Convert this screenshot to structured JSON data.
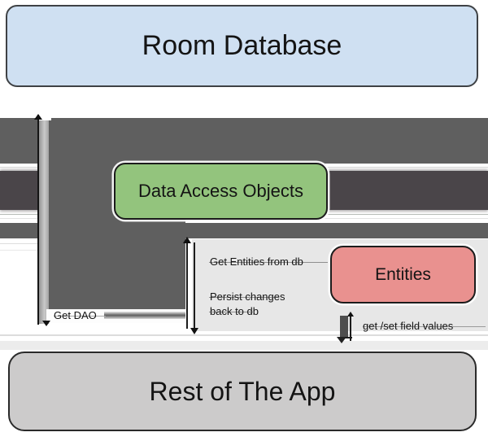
{
  "boxes": {
    "room_database": {
      "label": "Room Database",
      "fill": "#cfe0f2",
      "border": "#3f4245"
    },
    "dao": {
      "label": "Data Access Objects",
      "fill": "#93c47d",
      "border": "#1c1c1c"
    },
    "entities": {
      "label": "Entities",
      "fill": "#e9918f",
      "border": "#1c1c1c"
    },
    "rest_of_app": {
      "label": "Rest of The App",
      "fill": "#cccbcb",
      "border": "#2a2a2a"
    }
  },
  "labels": {
    "get_dao": "Get DAO",
    "get_entities": "Get Entities from db",
    "persist_line1": "Persist changes",
    "persist_line2": "back to db",
    "get_set": "get /set field values"
  },
  "colors": {
    "band_medium": "#5f5f5f",
    "band_dark": "#4a4549",
    "block": "#5f5f5f",
    "panel": "#e7e7e7",
    "bottom_strip": "#ececec",
    "background": "#ffffff"
  }
}
